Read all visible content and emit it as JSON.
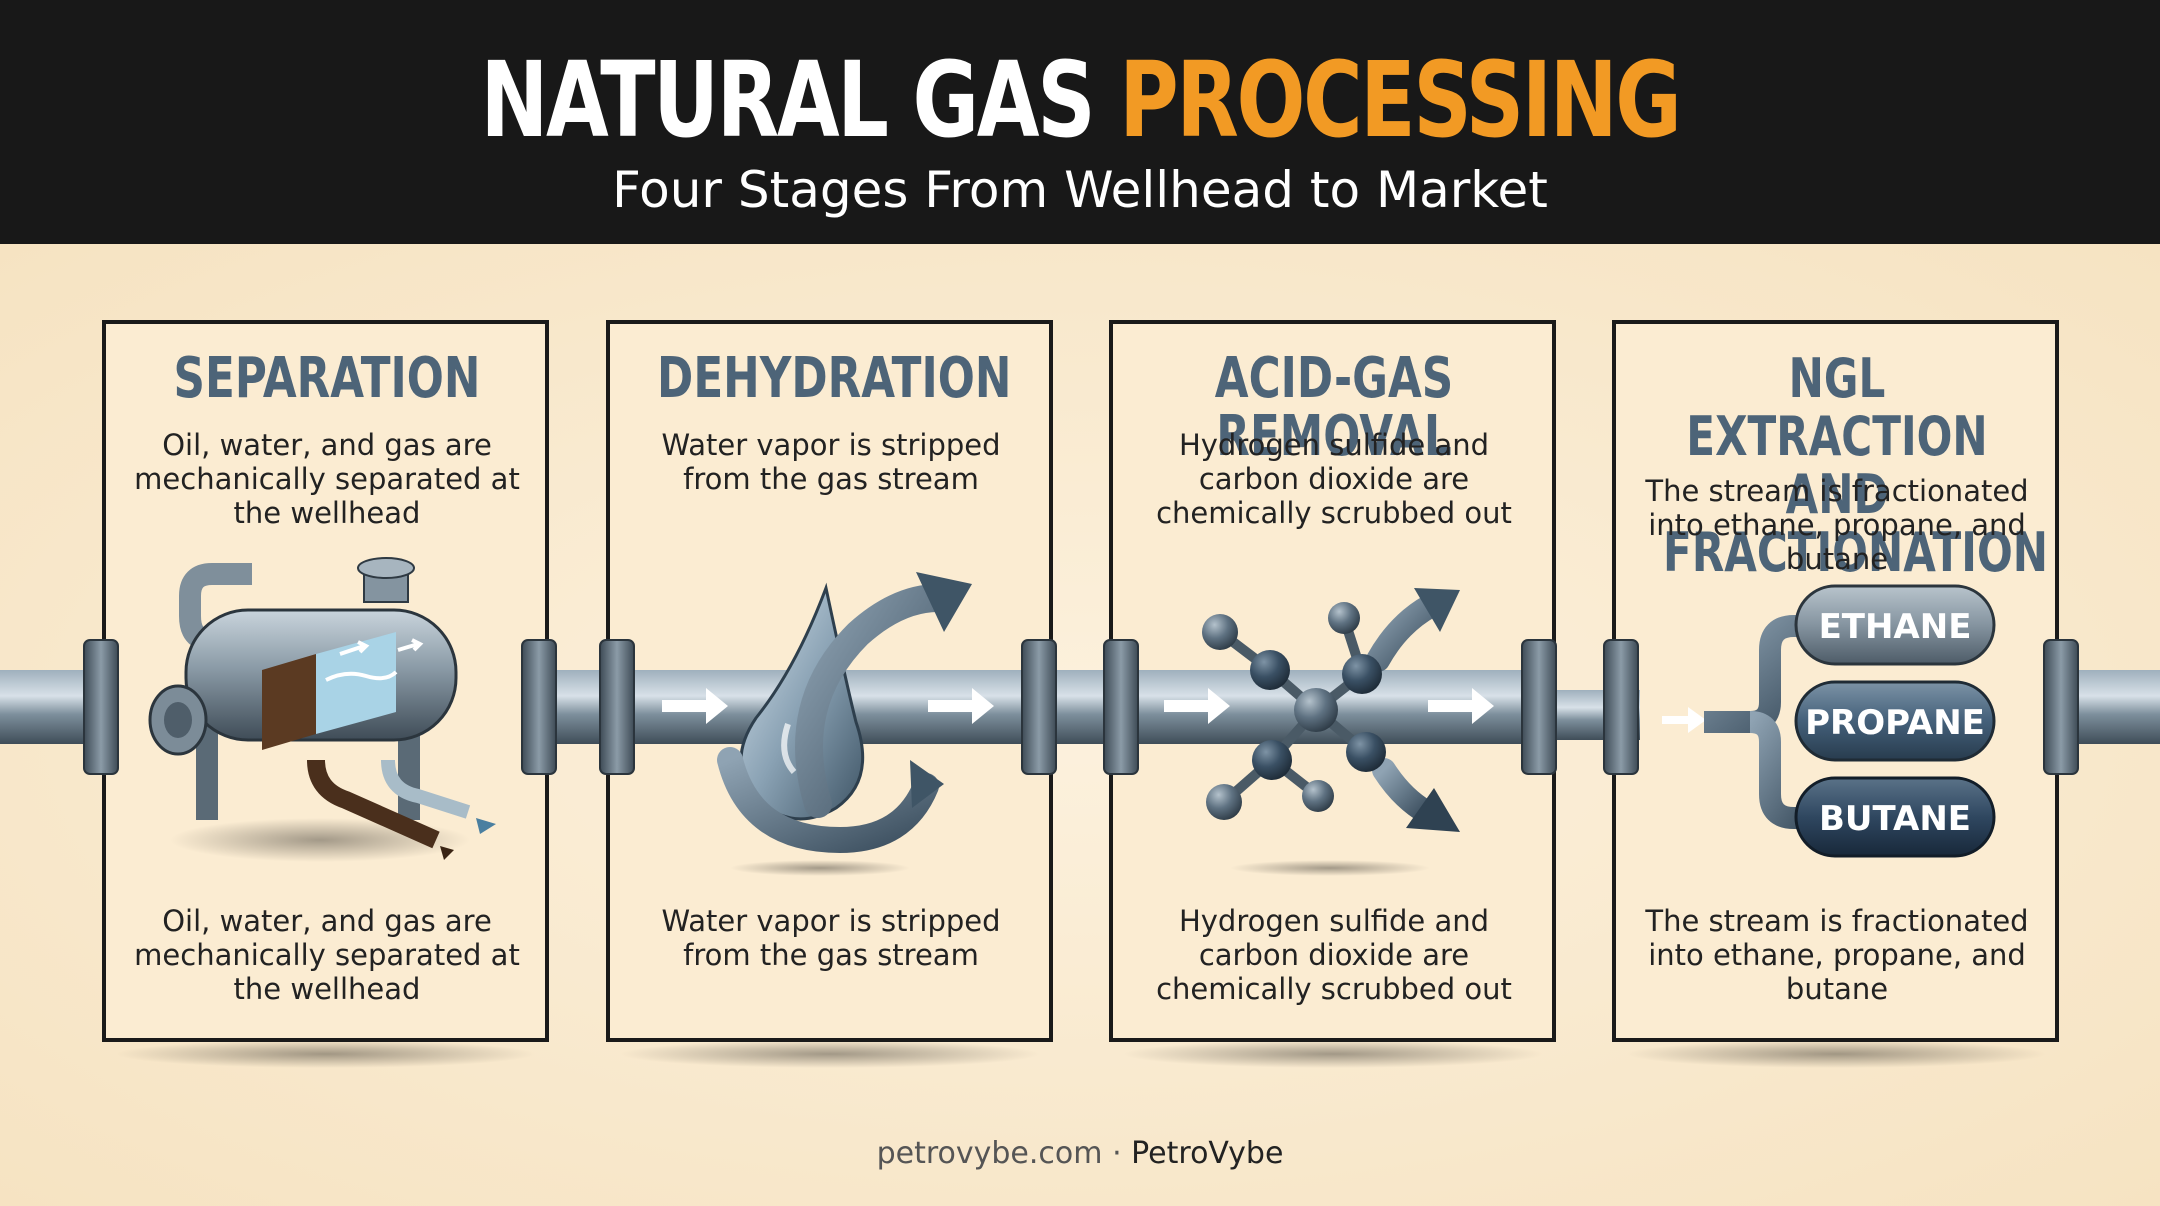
{
  "header": {
    "title_part1": "NATURAL GAS",
    "title_part2": "PROCESSING",
    "subtitle": "Four Stages From Wellhead to Market"
  },
  "stages": [
    {
      "title": "SEPARATION",
      "description": "Oil, water, and gas are mechanically separated at the wellhead",
      "caption": "Oil, water, and gas are mechanically separated at the wellhead",
      "icon": "separator-tank-icon"
    },
    {
      "title": "DEHYDRATION",
      "description": "Water vapor is stripped from the gas stream",
      "caption": "Water vapor is stripped from the gas stream",
      "icon": "water-drop-arrow-icon"
    },
    {
      "title": "ACID-GAS REMOVAL",
      "description": "Hydrogen sulfide and carbon dioxide are chemically scrubbed out",
      "caption": "Hydrogen sulfide and carbon dioxide are chemically scrubbed out",
      "icon": "molecule-split-icon"
    },
    {
      "title_line1": "NGL EXTRACTION",
      "title_line2": "AND FRACTIONATION",
      "description": "The stream is fractionated into ethane, propane, and butane",
      "caption": "The stream is fractionated into ethane, propane, and butane",
      "icon": "fractionation-branch-icon",
      "products": [
        "ETHANE",
        "PROPANE",
        "BUTANE"
      ]
    }
  ],
  "footer": {
    "site": "petrovybe.com",
    "separator": "·",
    "brand": "PetroVybe"
  },
  "colors": {
    "header_bg": "#181818",
    "accent_orange": "#f29a24",
    "stage_title": "#4d6478",
    "background": "#f8e8cc",
    "pipe_steel": "#6f8190",
    "card_border": "#1a1a1a"
  }
}
